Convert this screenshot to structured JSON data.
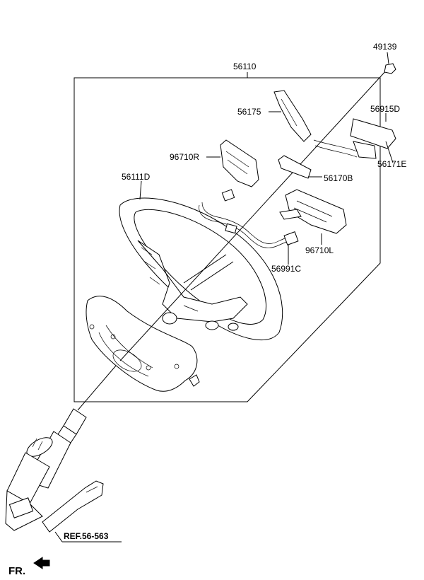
{
  "callouts": {
    "p49139": "49139",
    "p56110": "56110",
    "p56175": "56175",
    "p56915D": "56915D",
    "p56171E": "56171E",
    "p96710R": "96710R",
    "p56170B": "56170B",
    "p56111D": "56111D",
    "p96710L": "96710L",
    "p56991C": "56991C"
  },
  "reference": "REF.56-563",
  "front_marker": "FR."
}
